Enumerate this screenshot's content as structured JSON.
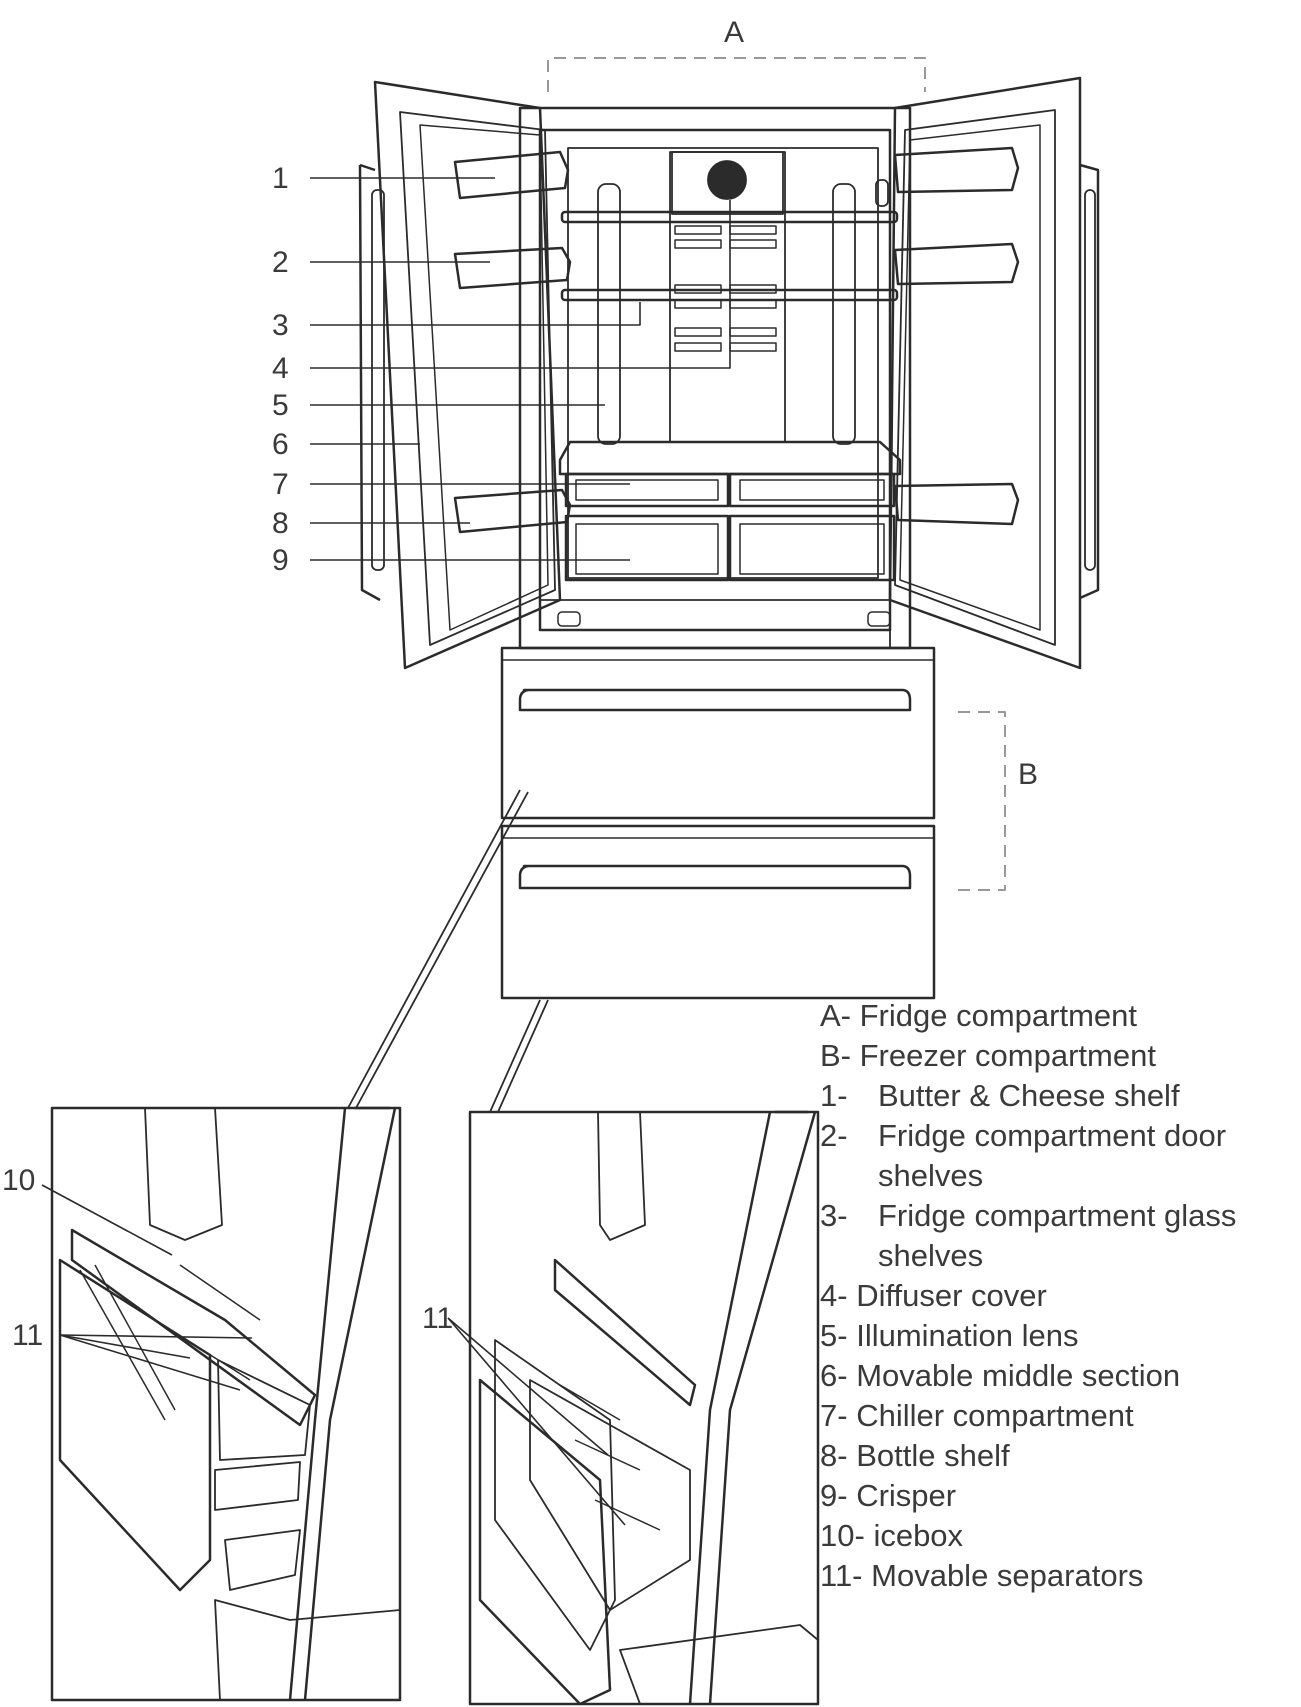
{
  "labels": {
    "A": "A",
    "B": "B",
    "n1": "1",
    "n2": "2",
    "n3": "3",
    "n4": "4",
    "n5": "5",
    "n6": "6",
    "n7": "7",
    "n8": "8",
    "n9": "9",
    "n10": "10",
    "n11a": "11",
    "n11b": "11"
  },
  "legend": [
    {
      "key": "A-",
      "text": "Fridge compartment"
    },
    {
      "key": "B-",
      "text": "Freezer compartment"
    },
    {
      "key": "1-",
      "text": "Butter & Cheese shelf"
    },
    {
      "key": "2-",
      "text": "Fridge compartment door shelves"
    },
    {
      "key": "3-",
      "text": "Fridge compartment glass shelves"
    },
    {
      "key": "4-",
      "text": "Diffuser cover"
    },
    {
      "key": "5-",
      "text": "Illumination lens"
    },
    {
      "key": "6-",
      "text": "Movable middle section"
    },
    {
      "key": "7-",
      "text": "Chiller compartment"
    },
    {
      "key": "8-",
      "text": "Bottle shelf"
    },
    {
      "key": "9-",
      "text": "Crisper"
    },
    {
      "key": "10-",
      "text": "icebox"
    },
    {
      "key": "11-",
      "text": "Movable separators"
    }
  ]
}
